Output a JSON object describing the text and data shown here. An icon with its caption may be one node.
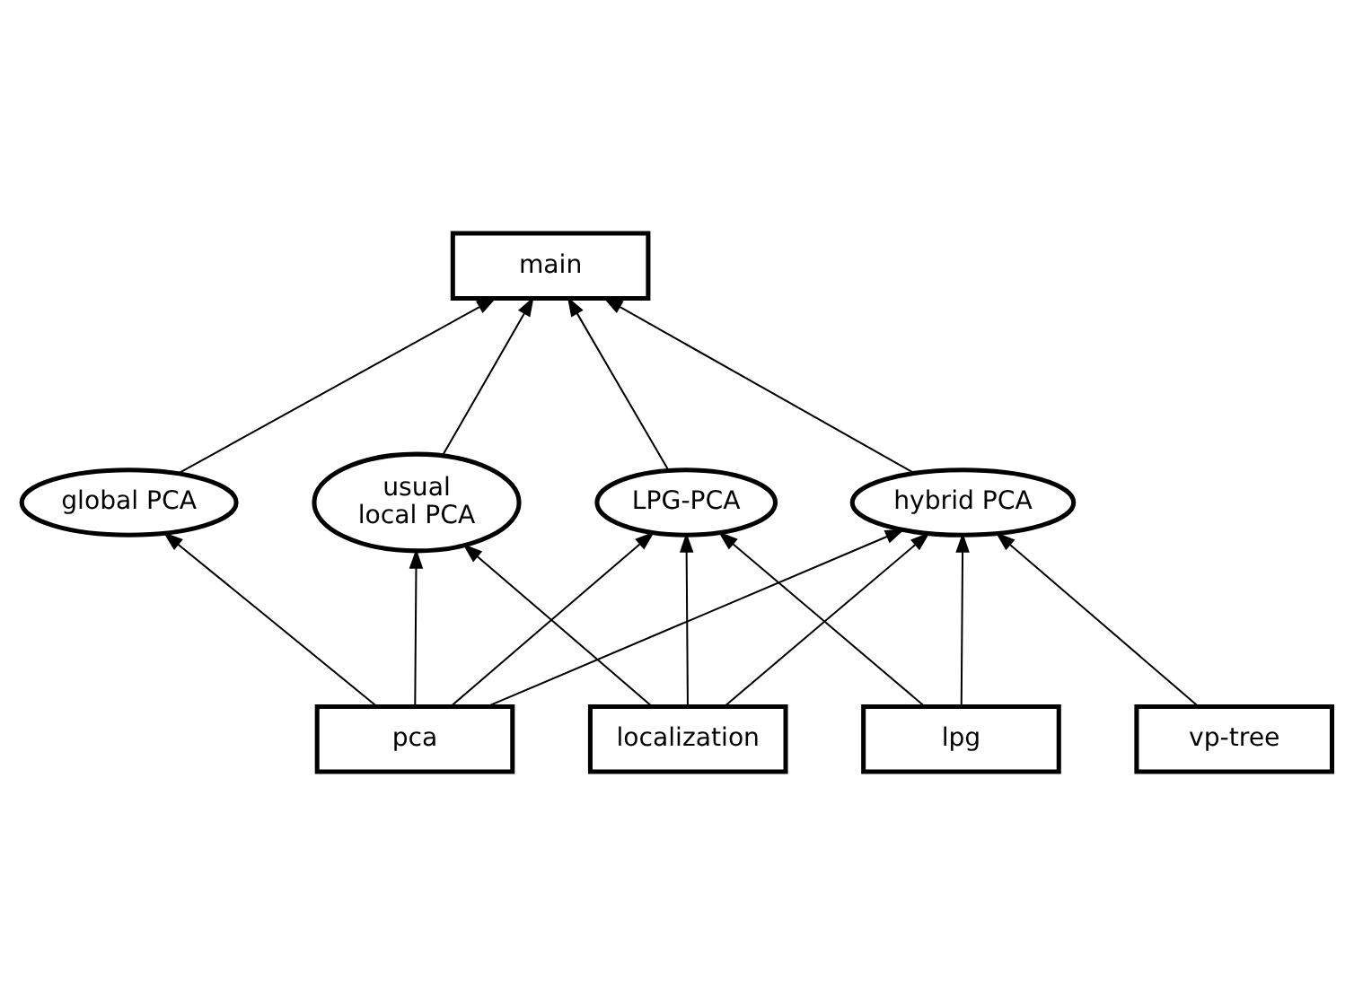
{
  "diagram": {
    "nodes": [
      {
        "text": [
          "main"
        ]
      },
      {
        "text": [
          "global PCA"
        ]
      },
      {
        "text": [
          "usual local PCA"
        ]
      },
      {
        "text": [
          "LPG-PCA"
        ]
      },
      {
        "text": [
          "hybrid PCA"
        ]
      },
      {
        "text": [
          "pca"
        ]
      },
      {
        "text": [
          "localization"
        ]
      },
      {
        "text": [
          "lpg"
        ]
      },
      {
        "text": [
          "vp-tree"
        ]
      }
    ],
    "edges": [
      {
        "from": 1,
        "to": 0,
        "arrow": "to"
      },
      {
        "from": 2,
        "to": 0,
        "arrow": "to"
      },
      {
        "from": 3,
        "to": 0,
        "arrow": "to"
      },
      {
        "from": 4,
        "to": 0,
        "arrow": "to"
      },
      {
        "from": 5,
        "to": 1,
        "arrow": "to"
      },
      {
        "from": 5,
        "to": 2,
        "arrow": "to"
      },
      {
        "from": 5,
        "to": 3,
        "arrow": "to"
      },
      {
        "from": 5,
        "to": 4,
        "arrow": "to"
      },
      {
        "from": 6,
        "to": 2,
        "arrow": "to"
      },
      {
        "from": 6,
        "to": 3,
        "arrow": "to"
      },
      {
        "from": 6,
        "to": 4,
        "arrow": "to"
      },
      {
        "from": 7,
        "to": 3,
        "arrow": "to"
      },
      {
        "from": 7,
        "to": 4,
        "arrow": "to"
      },
      {
        "from": 8,
        "to": 4,
        "arrow": "to"
      }
    ]
  }
}
